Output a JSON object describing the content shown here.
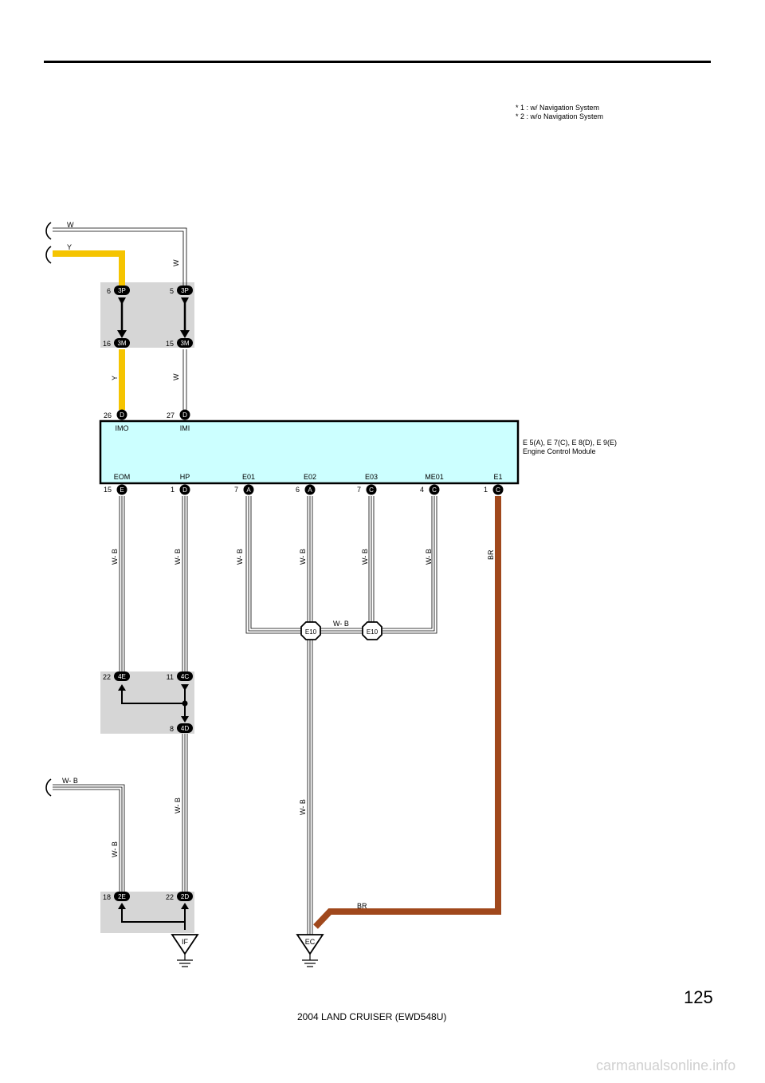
{
  "header": {
    "rule_color": "#000000"
  },
  "notes": [
    "* 1 : w/ Navigation System",
    "* 2 : w/o Navigation System"
  ],
  "ecm": {
    "connectors_label": "E 5(A), E 7(C), E 8(D), E 9(E)",
    "name": "Engine Control Module",
    "fill_color": "#ccffff",
    "top_pins": [
      {
        "num": "26",
        "conn": "D",
        "label": "IMO"
      },
      {
        "num": "27",
        "conn": "D",
        "label": "IMI"
      }
    ],
    "bottom_pins": [
      {
        "num": "15",
        "conn": "E",
        "label": "EOM"
      },
      {
        "num": "1",
        "conn": "D",
        "label": "HP"
      },
      {
        "num": "7",
        "conn": "A",
        "label": "E01"
      },
      {
        "num": "6",
        "conn": "A",
        "label": "E02"
      },
      {
        "num": "7",
        "conn": "C",
        "label": "E03"
      },
      {
        "num": "4",
        "conn": "C",
        "label": "ME01"
      },
      {
        "num": "1",
        "conn": "C",
        "label": "E1"
      }
    ]
  },
  "wires": {
    "top_w": "W",
    "top_y": "Y",
    "w_mid": "W",
    "y_low": "Y",
    "w_low": "W",
    "wb": "W- B",
    "br": "BR",
    "colors": {
      "yellow": "#f5c400",
      "brown": "#a0481c",
      "gray_box": "#d6d6d6"
    }
  },
  "junction_3": {
    "p1": {
      "num": "6",
      "conn": "3P"
    },
    "p2": {
      "num": "5",
      "conn": "3P"
    },
    "p3": {
      "num": "16",
      "conn": "3M"
    },
    "p4": {
      "num": "15",
      "conn": "3M"
    }
  },
  "junction_4": {
    "p1": {
      "num": "22",
      "conn": "4E"
    },
    "p2": {
      "num": "11",
      "conn": "4C"
    },
    "p3": {
      "num": "8",
      "conn": "4D"
    }
  },
  "junction_2": {
    "p1": {
      "num": "18",
      "conn": "2E"
    },
    "p2": {
      "num": "22",
      "conn": "2D"
    }
  },
  "splices": [
    "E10",
    "E10"
  ],
  "grounds": [
    "IF",
    "EC"
  ],
  "footer": {
    "page": "125",
    "title": "2004 LAND CRUISER (EWD548U)",
    "watermark": "carmanualsonline.info"
  }
}
